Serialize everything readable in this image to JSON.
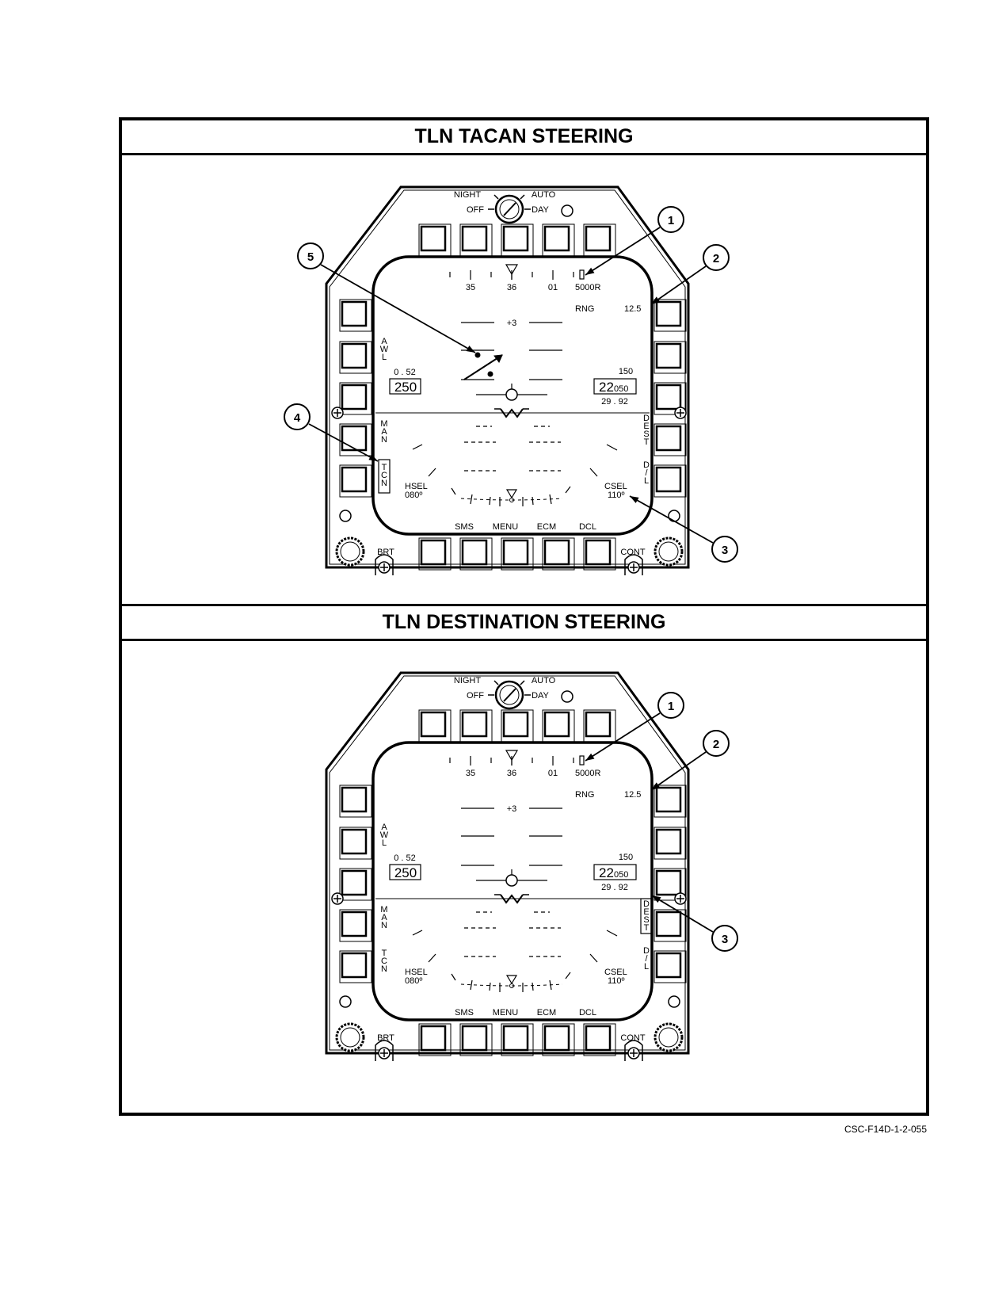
{
  "figure_id": "CSC-F14D-1-2-055",
  "panels": [
    {
      "title": "TLN TACAN STEERING",
      "mode_box": "tcn",
      "show_course_arrow": true,
      "callouts": [
        "1",
        "2",
        "3",
        "4",
        "5"
      ]
    },
    {
      "title": "TLN DESTINATION STEERING",
      "mode_box": "dest",
      "show_course_arrow": false,
      "callouts": [
        "1",
        "2",
        "3"
      ]
    }
  ],
  "display": {
    "knob": {
      "night": "NIGHT",
      "auto": "AUTO",
      "off": "OFF",
      "day": "DAY"
    },
    "heading_tape": [
      "35",
      "36",
      "01"
    ],
    "range_scale": "5000R",
    "rng_label": "RNG",
    "rng_value": "12.5",
    "pitch_label": "+3",
    "left_side_legend": {
      "awl": "A W L",
      "man": "M A N",
      "tcn": "T C N"
    },
    "right_side_legend": {
      "dest": "D E S T",
      "dl": "D / L"
    },
    "mach": "0 . 52",
    "airspeed": "250",
    "altitude_top": "150",
    "altitude_main": "22",
    "altitude_small": "050",
    "baro": "29 . 92",
    "hsel_label": "HSEL",
    "hsel_value": "080º",
    "csel_label": "CSEL",
    "csel_value": "110º",
    "bottom_labels": [
      "SMS",
      "MENU",
      "ECM",
      "DCL"
    ],
    "brt": "BRT",
    "cont": "CONT"
  }
}
